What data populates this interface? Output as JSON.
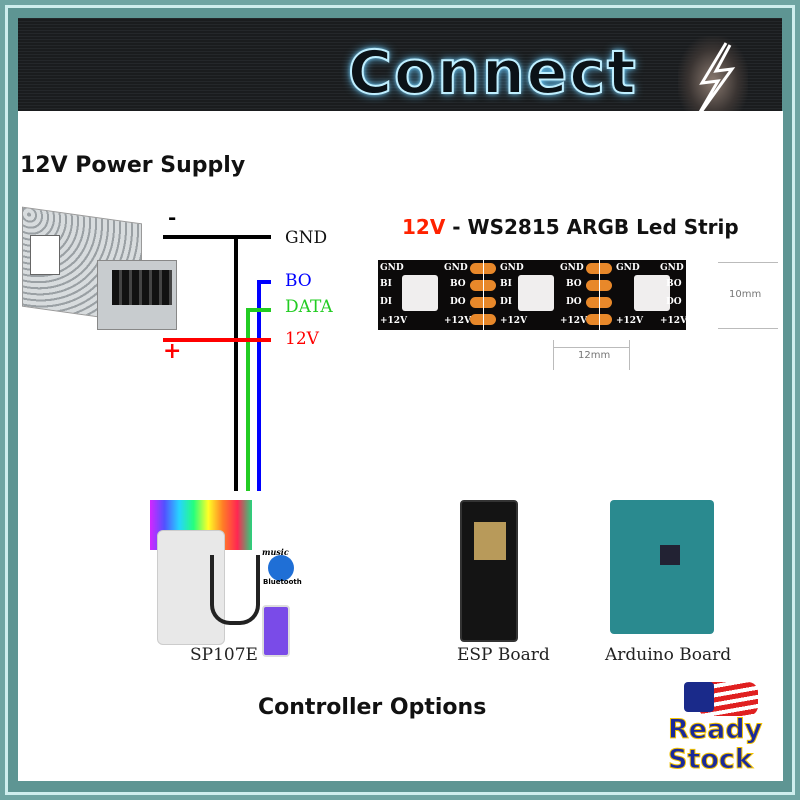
{
  "header": {
    "title": "Connect"
  },
  "power_supply": {
    "title": "12V Power Supply",
    "minus": "-",
    "plus": "+"
  },
  "wires": {
    "gnd": "GND",
    "bo": "BO",
    "data": "DATA",
    "v12": "12V"
  },
  "strip": {
    "title_voltage": "12V",
    "title_rest": " - WS2815 ARGB Led Strip",
    "labels": {
      "gnd": "GND",
      "bi": "BI",
      "di": "DI",
      "bo": "BO",
      "do": "DO",
      "v12": "+12V"
    },
    "dim_height": "10mm",
    "dim_pitch": "12mm"
  },
  "controllers": {
    "title": "Controller Options",
    "items": [
      {
        "label": "SP107E"
      },
      {
        "label": "ESP Board"
      },
      {
        "label": "Arduino Board"
      }
    ],
    "sp107e_extra": {
      "music": "music",
      "bluetooth": "Bluetooth"
    }
  },
  "badge": {
    "line1": "Ready",
    "line2": "Stock"
  },
  "colors": {
    "gnd": "#000000",
    "bo": "#0000ff",
    "data": "#22cc22",
    "v12": "#ff0000",
    "accent": "#ff6a00"
  }
}
